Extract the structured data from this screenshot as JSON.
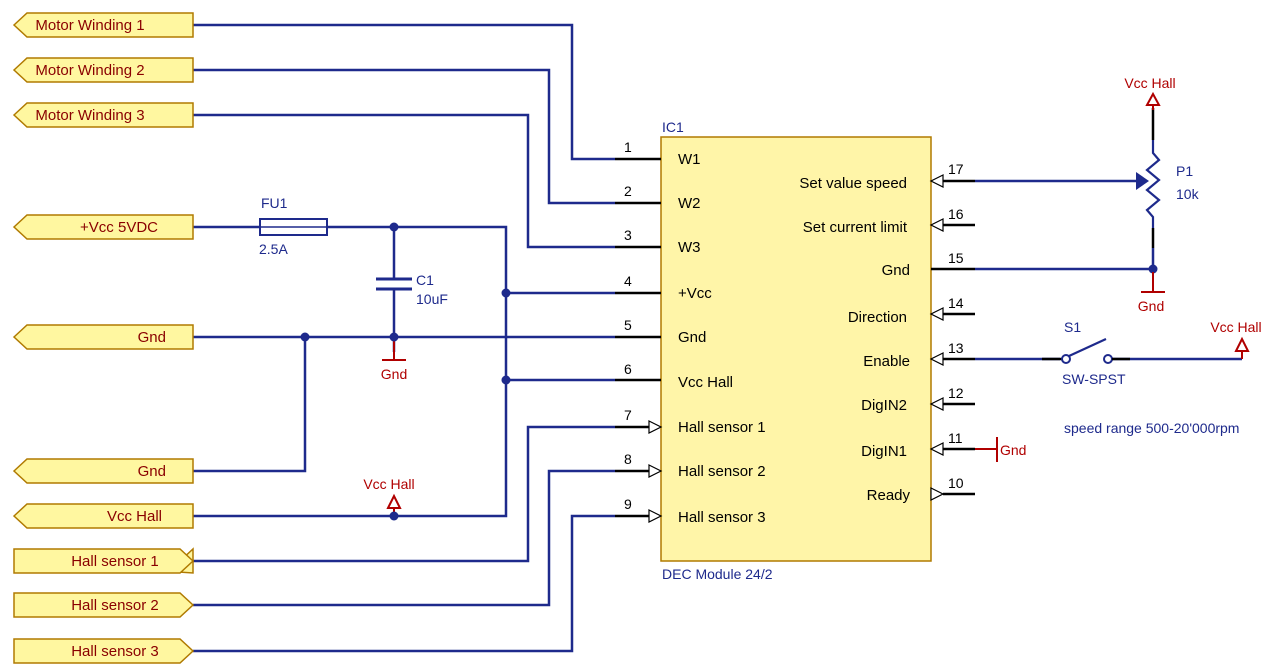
{
  "ports": [
    {
      "label": "Motor Winding 1"
    },
    {
      "label": "Motor Winding 2"
    },
    {
      "label": "Motor Winding 3"
    },
    {
      "label": "+Vcc 5VDC"
    },
    {
      "label": "Gnd"
    },
    {
      "label": "Gnd"
    },
    {
      "label": "Vcc Hall"
    },
    {
      "label": "Hall sensor 1"
    },
    {
      "label": "Hall sensor 2"
    },
    {
      "label": "Hall sensor 3"
    }
  ],
  "ic": {
    "ref": "IC1",
    "name": "DEC Module 24/2",
    "left_pins": [
      {
        "num": "1",
        "label": "W1"
      },
      {
        "num": "2",
        "label": "W2"
      },
      {
        "num": "3",
        "label": "W3"
      },
      {
        "num": "4",
        "label": "+Vcc"
      },
      {
        "num": "5",
        "label": "Gnd"
      },
      {
        "num": "6",
        "label": "Vcc Hall"
      },
      {
        "num": "7",
        "label": "Hall sensor 1"
      },
      {
        "num": "8",
        "label": "Hall sensor 2"
      },
      {
        "num": "9",
        "label": "Hall sensor 3"
      }
    ],
    "right_pins": [
      {
        "num": "17",
        "label": "Set value speed"
      },
      {
        "num": "16",
        "label": "Set current limit"
      },
      {
        "num": "15",
        "label": "Gnd"
      },
      {
        "num": "14",
        "label": "Direction"
      },
      {
        "num": "13",
        "label": "Enable"
      },
      {
        "num": "12",
        "label": "DigIN2"
      },
      {
        "num": "11",
        "label": "DigIN1"
      },
      {
        "num": "10",
        "label": "Ready"
      }
    ]
  },
  "fuse": {
    "ref": "FU1",
    "value": "2.5A"
  },
  "capacitor": {
    "ref": "C1",
    "value": "10uF"
  },
  "pot": {
    "ref": "P1",
    "value": "10k"
  },
  "switch": {
    "ref": "S1",
    "value": "SW-SPST"
  },
  "power": {
    "gnd_c1": "Gnd",
    "vcc_hall_mid": "Vcc Hall",
    "vcc_hall_top": "Vcc Hall",
    "gnd_pot": "Gnd",
    "vcc_hall_right": "Vcc Hall",
    "gnd_digin1": "Gnd"
  },
  "note": "speed range 500-20'000rpm",
  "colors": {
    "wire": "#1e2a8c",
    "power": "#b00000",
    "port_fill": "#fff7a0",
    "ic_fill": "#fff5a8"
  }
}
